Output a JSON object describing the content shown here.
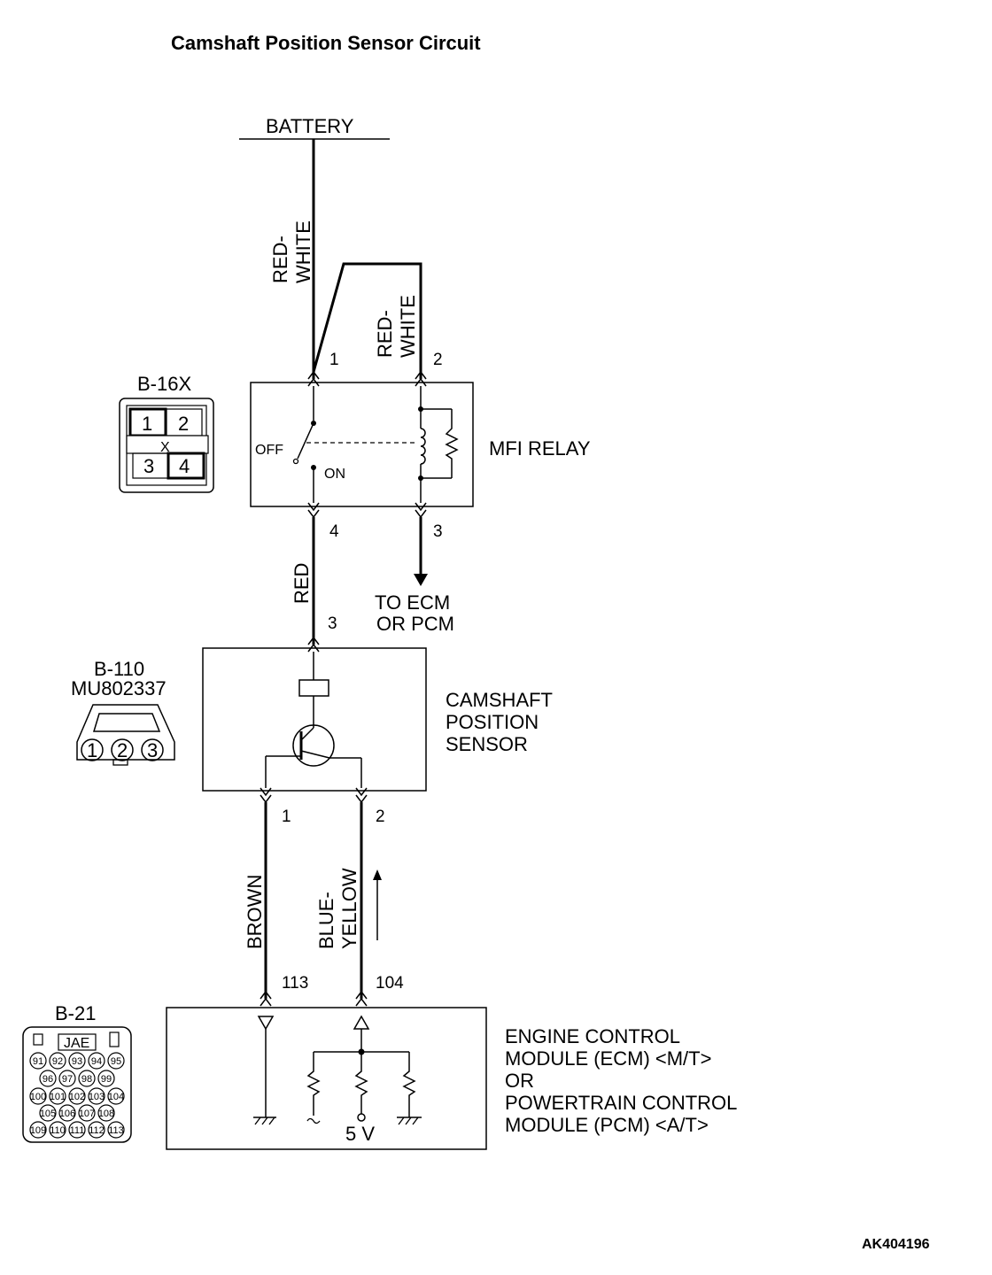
{
  "title": "Camshaft Position Sensor Circuit",
  "battery": "BATTERY",
  "wires": {
    "red_white_1_a": "RED-",
    "red_white_1_b": "WHITE",
    "red_white_2_a": "RED-",
    "red_white_2_b": "WHITE",
    "red": "RED",
    "brown": "BROWN",
    "blue_yellow_a": "BLUE-",
    "blue_yellow_b": "YELLOW"
  },
  "relay": {
    "name": "MFI RELAY",
    "off": "OFF",
    "on": "ON",
    "pin1": "1",
    "pin2": "2",
    "pin3": "3",
    "pin4": "4",
    "to_line1": "TO ECM",
    "to_line2": "OR PCM"
  },
  "b16x": {
    "label": "B-16X",
    "pins": [
      "1",
      "2",
      "3",
      "4"
    ],
    "x": "X"
  },
  "sensor": {
    "name_l1": "CAMSHAFT",
    "name_l2": "POSITION",
    "name_l3": "SENSOR",
    "pin3": "3",
    "pin1": "1",
    "pin2": "2"
  },
  "b110": {
    "label": "B-110",
    "part": "MU802337",
    "pins": [
      "1",
      "2",
      "3"
    ]
  },
  "ecm": {
    "line1": "ENGINE CONTROL",
    "line2": "MODULE (ECM) <M/T>",
    "line3": "OR",
    "line4": "POWERTRAIN CONTROL",
    "line5": "MODULE (PCM) <A/T>",
    "pin113": "113",
    "pin104": "104",
    "volt": "5 V"
  },
  "b21": {
    "label": "B-21",
    "maker": "JAE",
    "row1": [
      "91",
      "92",
      "93",
      "94",
      "95"
    ],
    "row2": [
      "96",
      "97",
      "98",
      "99"
    ],
    "row3": [
      "100",
      "101",
      "102",
      "103",
      "104"
    ],
    "row4": [
      "105",
      "106",
      "107",
      "108"
    ],
    "row5": [
      "109",
      "110",
      "111",
      "112",
      "113"
    ]
  },
  "footer_ref": "AK404196"
}
